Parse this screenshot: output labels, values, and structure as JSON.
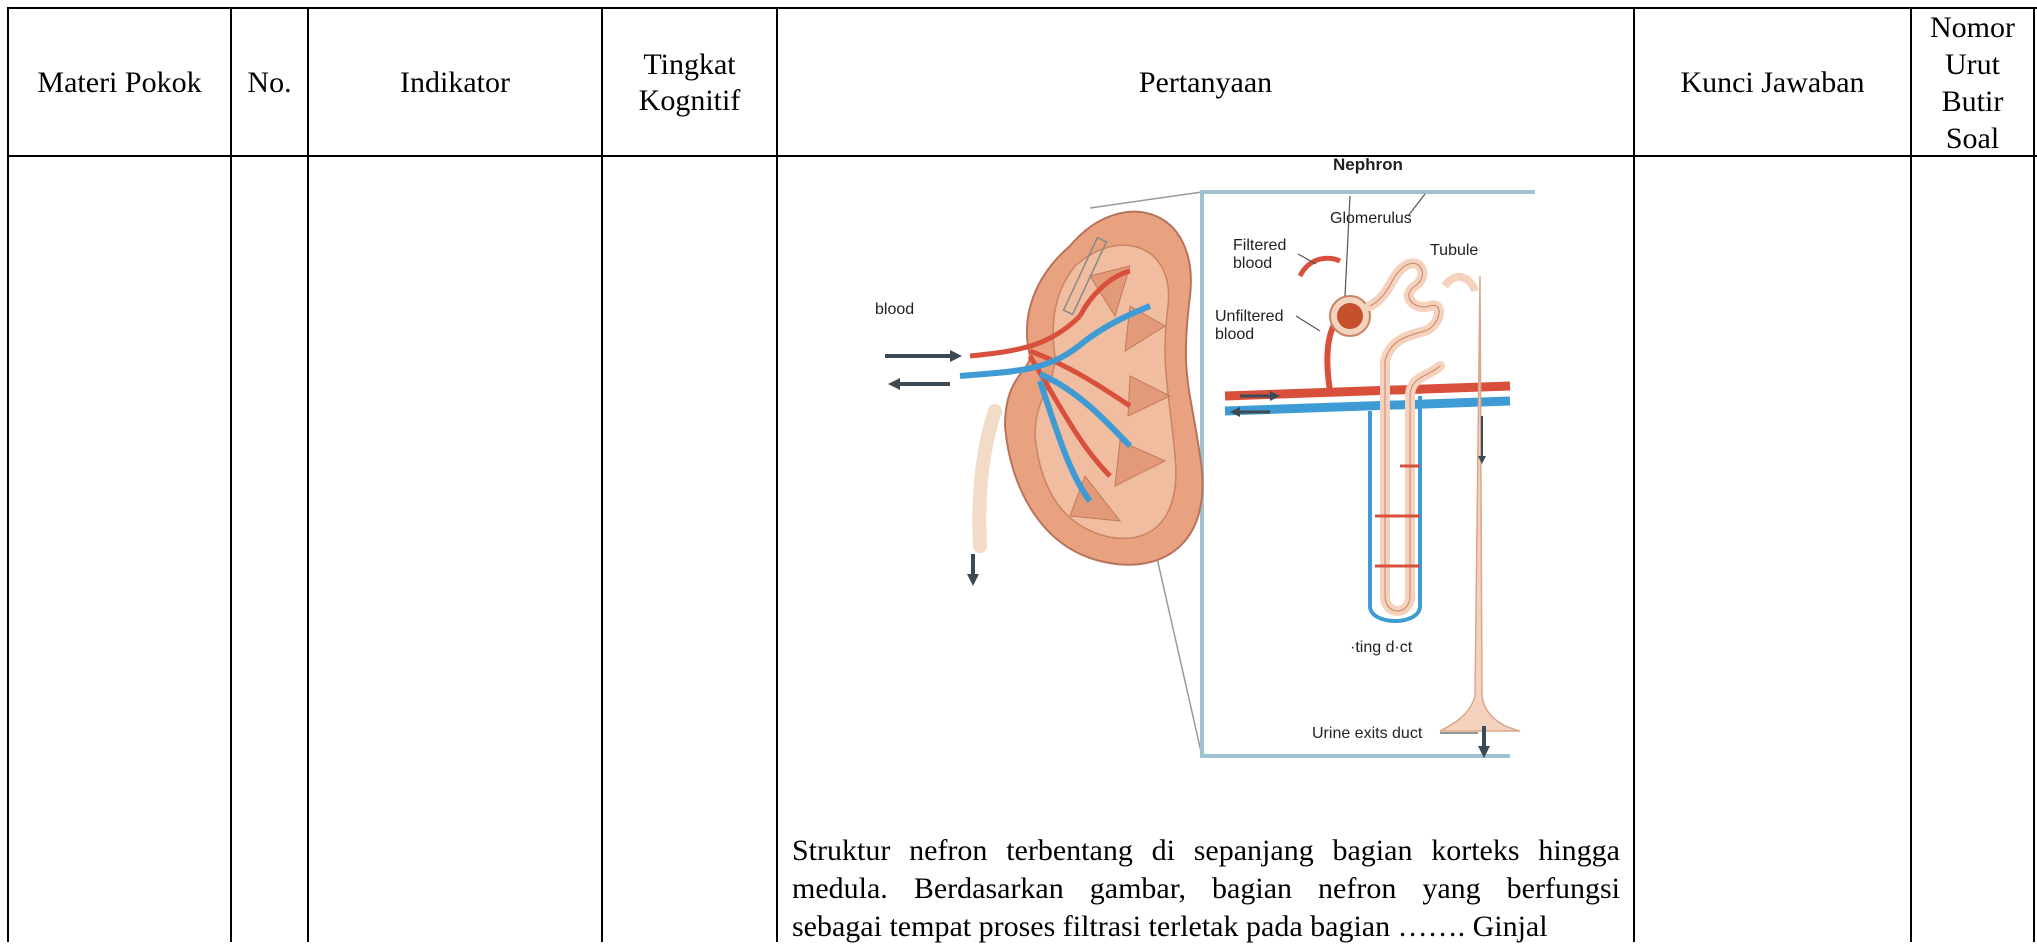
{
  "table": {
    "headers": {
      "materi_pokok": "Materi Pokok",
      "no": "No.",
      "indikator": "Indikator",
      "tingkat_kognitif": "Tingkat\nKognitif",
      "pertanyaan": "Pertanyaan",
      "kunci_jawaban": "Kunci Jawaban",
      "nomor_urut": "Nomor\nUrut\nButir\nSoal"
    }
  },
  "figure": {
    "title": "Nephron",
    "labels": {
      "glomerulus": "Glomerulus",
      "tubule": "Tubule",
      "filtered_blood": "Filtered\nblood",
      "unfiltered_blood": "Unfiltered\nblood",
      "blood": "blood",
      "collecting_duct": "·ting d·ct",
      "urine_exits": "Urine exits duct"
    },
    "colors": {
      "kidney": "#e9a27f",
      "artery": "#d8503c",
      "vein": "#3f9bd3",
      "tubule": "#f5d2bd",
      "frame": "#9dc1cf"
    }
  },
  "question": {
    "line1": "Struktur nefron terbentang di sepanjang bagian korteks hingga",
    "line2": "medula. Berdasarkan gambar, bagian nefron yang berfungsi",
    "line3": "sebagai tempat proses filtrasi terletak pada bagian ……. Ginjal"
  }
}
